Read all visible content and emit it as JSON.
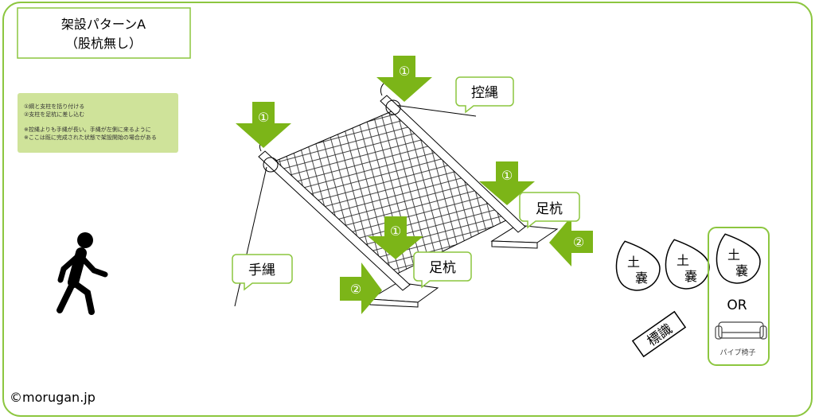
{
  "title": {
    "line1": "架設パターンA",
    "line2": "（股杭無し）"
  },
  "notes": {
    "line1": "①綱と支柱を括り付ける",
    "line2": "②支柱を足杭に差し込む",
    "line3": "※控縄よりも手縄が長い。手縄が左側に来るように",
    "line4": "※ここは既に完成された状態で架設開始の場合がある"
  },
  "callouts": {
    "hikae": "控縄",
    "ashikui1": "足杭",
    "tenawa": "手縄",
    "ashikui2": "足杭"
  },
  "arrows": {
    "one": "①",
    "two": "②"
  },
  "bags": {
    "label_top": "土",
    "label_bottom": "嚢"
  },
  "or": "OR",
  "sign": "標識",
  "chair": "パイプ椅子",
  "copyright": "©morugan.jp",
  "colors": {
    "green": "#8cc63f",
    "arrow": "#7cb518",
    "notes_bg": "#cfe39a"
  }
}
